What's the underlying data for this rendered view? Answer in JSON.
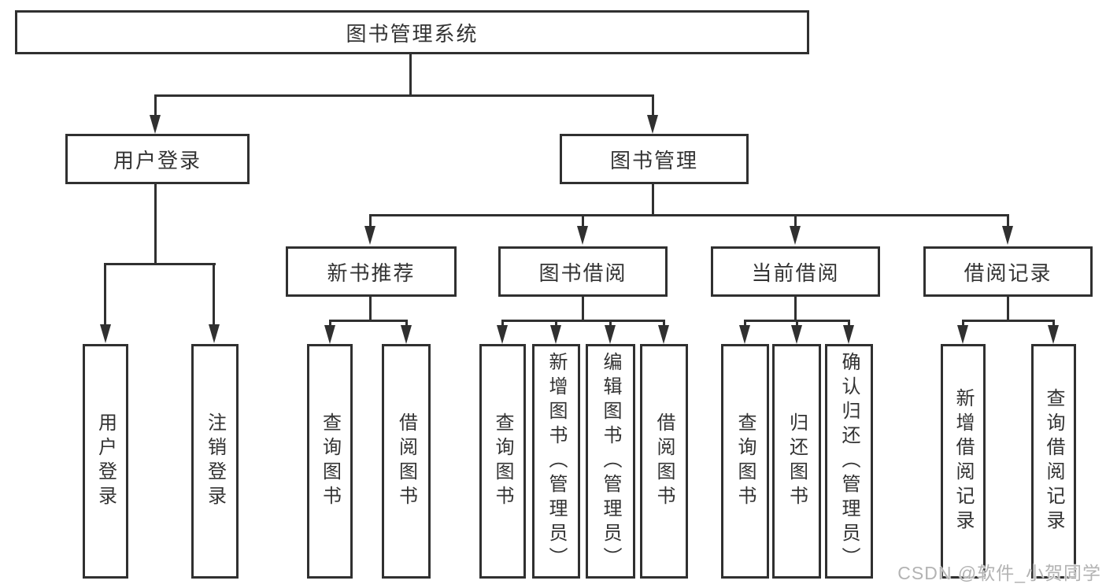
{
  "tree": {
    "root": "图书管理系统",
    "branches": [
      {
        "label": "用户登录",
        "children": [
          "用户登录",
          "注销登录"
        ]
      },
      {
        "label": "图书管理",
        "groups": [
          {
            "label": "新书推荐",
            "children": [
              "查询图书",
              "借阅图书"
            ]
          },
          {
            "label": "图书借阅",
            "children": [
              "查询图书",
              "新增图书（管理员）",
              "编辑图书（管理员）",
              "借阅图书"
            ]
          },
          {
            "label": "当前借阅",
            "children": [
              "查询图书",
              "归还图书",
              "确认归还（管理员）"
            ]
          },
          {
            "label": "借阅记录",
            "children": [
              "新增借阅记录",
              "查询借阅记录"
            ]
          }
        ]
      }
    ]
  },
  "watermark": {
    "text": "CSDN @软件_小贺同学"
  },
  "colors": {
    "line": "#303030",
    "text": "#333333",
    "watermark": "#b3b3b3",
    "background": "#ffffff"
  }
}
